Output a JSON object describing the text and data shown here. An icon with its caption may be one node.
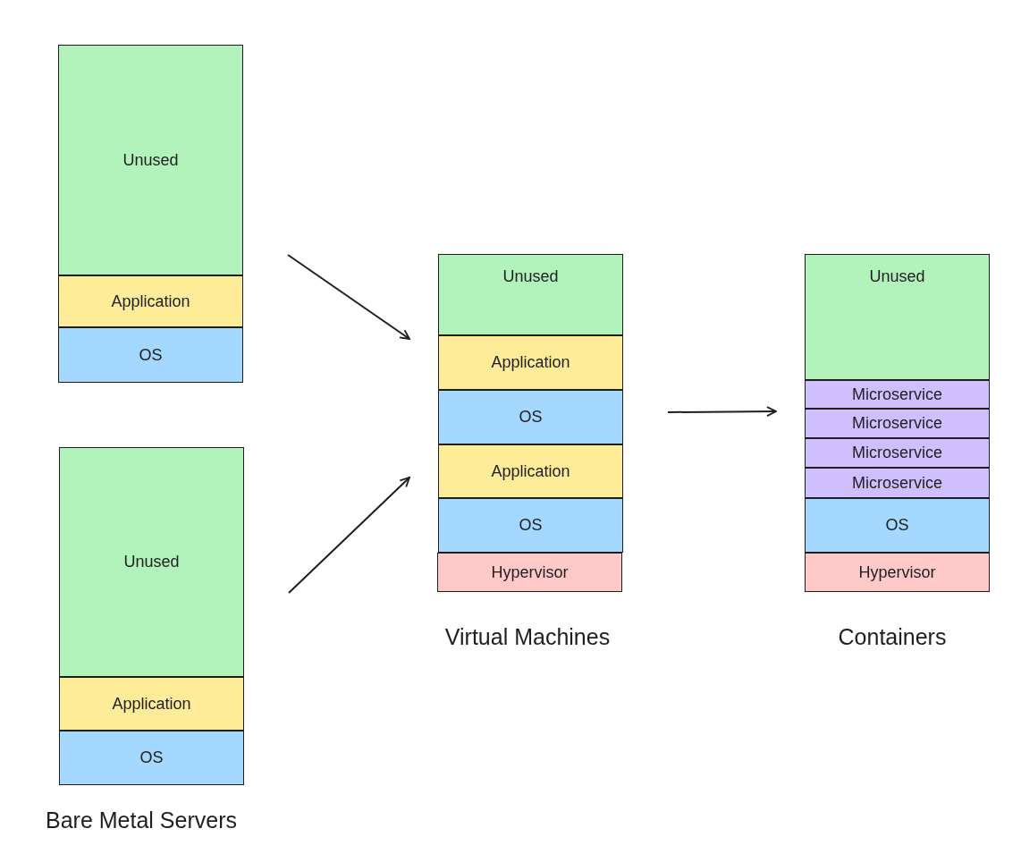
{
  "diagram": {
    "nodes": [
      {
        "text": [
          "Unused"
        ]
      },
      {
        "text": [
          "Application"
        ]
      },
      {
        "text": [
          "OS"
        ]
      },
      {
        "text": [
          "Unused"
        ]
      },
      {
        "text": [
          "Application"
        ]
      },
      {
        "text": [
          "OS"
        ]
      },
      {
        "text": [
          "Unused"
        ]
      },
      {
        "text": [
          "Application"
        ]
      },
      {
        "text": [
          "OS"
        ]
      },
      {
        "text": [
          "Application"
        ]
      },
      {
        "text": [
          "OS"
        ]
      },
      {
        "text": [
          "Hypervisor"
        ]
      },
      {
        "text": [
          "Unused"
        ]
      },
      {
        "text": [
          "Microservice"
        ]
      },
      {
        "text": [
          "Microservice"
        ]
      },
      {
        "text": [
          "Microservice"
        ]
      },
      {
        "text": [
          "Microservice"
        ]
      },
      {
        "text": [
          "OS"
        ]
      },
      {
        "text": [
          "Hypervisor"
        ]
      }
    ],
    "edges": [
      {
        "from": 0,
        "to": 7,
        "arrow": "to"
      },
      {
        "from": 3,
        "to": 9,
        "arrow": "to"
      },
      {
        "from": 8,
        "to": 14,
        "arrow": "to"
      }
    ],
    "labels": [
      "Virtual Machines",
      "Containers",
      "Bare Metal Servers"
    ]
  }
}
